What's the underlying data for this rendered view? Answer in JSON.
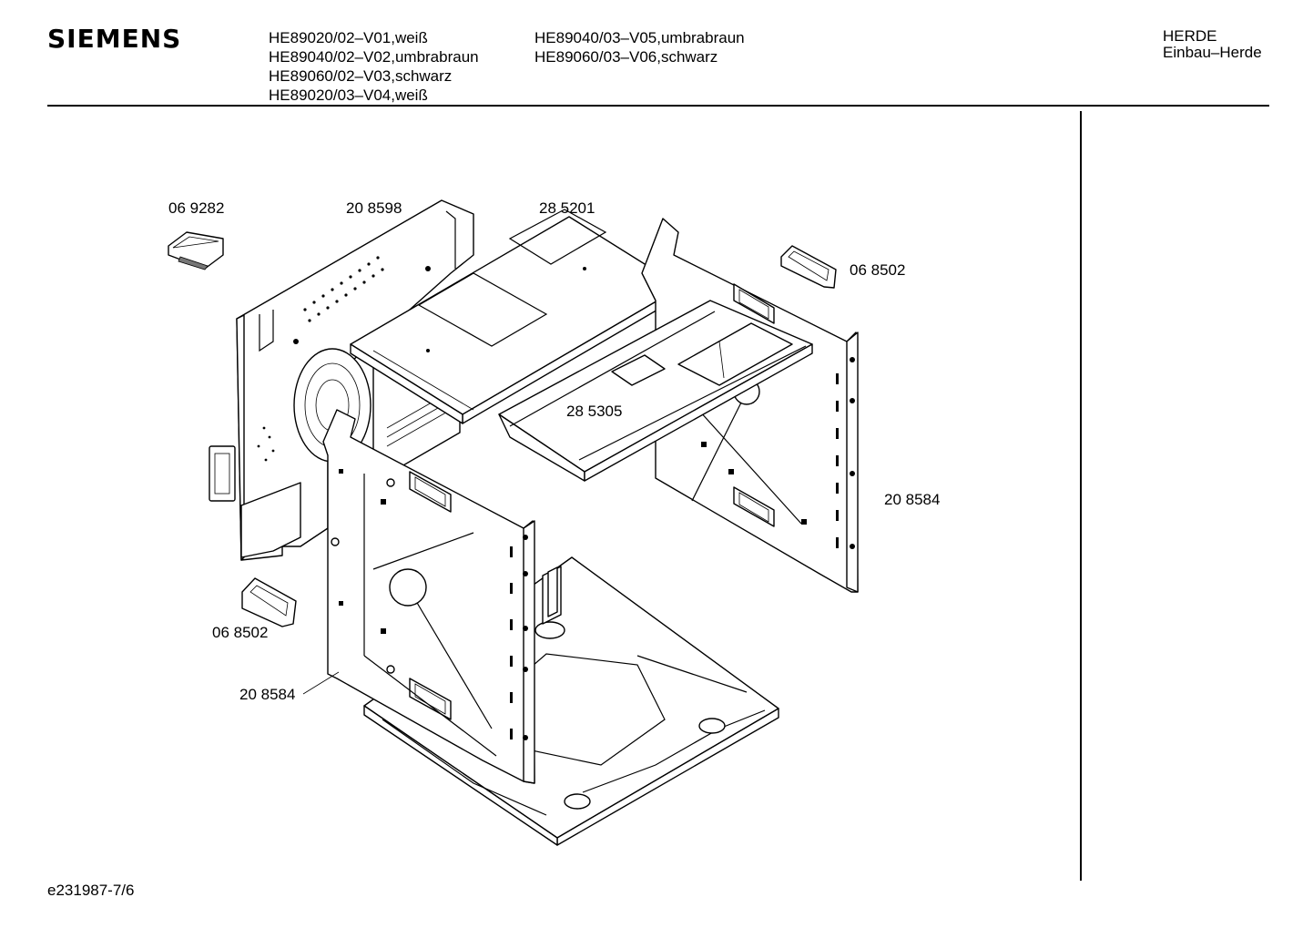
{
  "header": {
    "brand": "SIEMENS",
    "models_col1": [
      "HE89020/02–V01,weiß",
      "HE89040/02–V02,umbrabraun",
      "HE89060/02–V03,schwarz",
      "HE89020/03–V04,weiß"
    ],
    "models_col2": [
      "HE89040/03–V05,umbrabraun",
      "HE89060/03–V06,schwarz"
    ],
    "category": [
      "HERDE",
      "Einbau–Herde"
    ]
  },
  "parts": {
    "p1": "06 9282",
    "p2": "20 8598",
    "p3": "28 5201",
    "p4": "06 8502",
    "p5": "28 5305",
    "p6": "20 8584",
    "p7": "06 8502",
    "p8": "20 8584"
  },
  "footer": {
    "doc_id": "e231987-7/6"
  }
}
